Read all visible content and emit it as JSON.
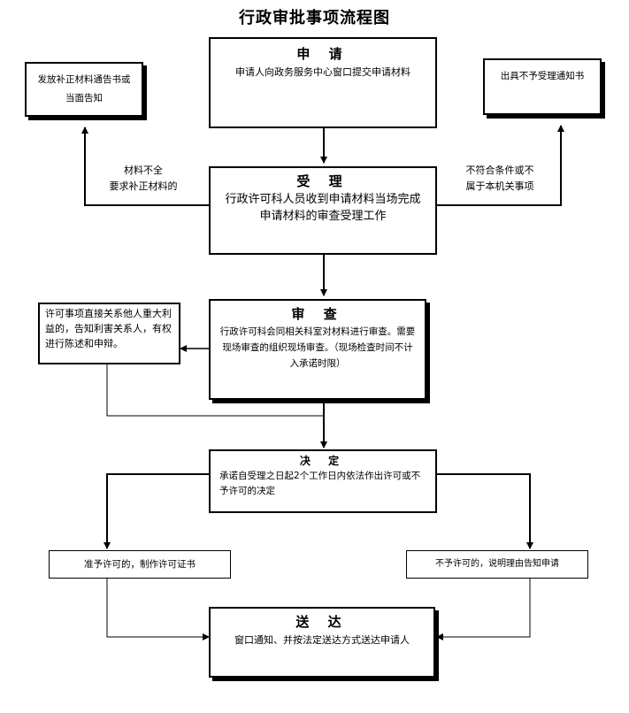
{
  "title": "行政审批事项流程图",
  "apply": {
    "head": "申 请",
    "body": "申请人向政务服务中心窗口提交申请材料"
  },
  "notice_supplement": {
    "text": "发放补正材料通告书或当面告知"
  },
  "notice_reject": {
    "text": "出具不予受理通知书"
  },
  "accept": {
    "head": "受 理",
    "body": "行政许可科人员收到申请材料当场完成申请材料的审查受理工作"
  },
  "label_incomplete": {
    "line1": "材料不全",
    "line2": "要求补正材料的"
  },
  "label_notqualified": {
    "line1": "不符合条件或不",
    "line2": "属于本机关事项"
  },
  "review": {
    "head": "审 查",
    "body": "行政许可科会同相关科室对材料进行审查。需要现场审查的组织现场审查。（现场检查时间不计入承诺时限）"
  },
  "stakeholder": {
    "text": "许可事项直接关系他人重大利益的，告知利害关系人，有权进行陈述和申辩。"
  },
  "decide": {
    "head": "决 定",
    "body": "承诺自受理之日起2个工作日内依法作出许可或不予许可的决定"
  },
  "grant": {
    "text": "准予许可的，制作许可证书"
  },
  "deny": {
    "text": "不予许可的，说明理由告知申请"
  },
  "deliver": {
    "head": "送 达",
    "body": "窗口通知、并按法定送达方式送达申请人"
  }
}
